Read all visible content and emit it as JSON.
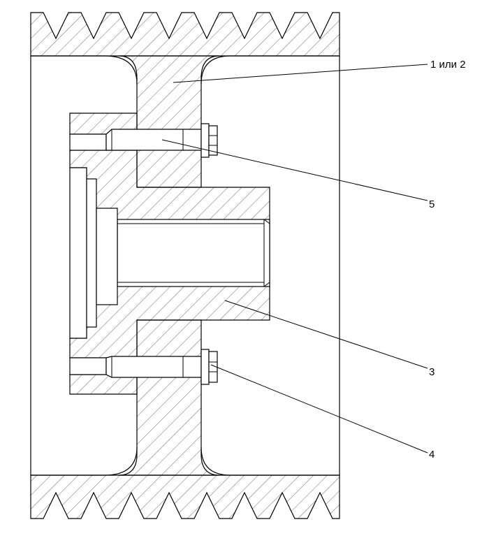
{
  "colors": {
    "background": "#ffffff",
    "line": "#000000",
    "hatch": "#6a6a6a"
  },
  "callouts": {
    "pulley": "1 или 2",
    "bolt_upper": "5",
    "hub": "3",
    "bolt_lower": "4"
  }
}
